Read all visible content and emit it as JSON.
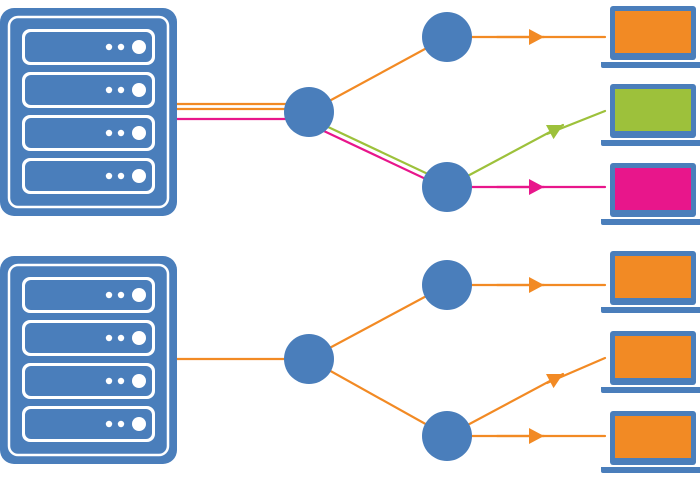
{
  "colors": {
    "server": "#4a7ebb",
    "node": "#4a7ebb",
    "laptop_frame": "#4a7ebb",
    "white": "#ffffff",
    "orange": "#f28a24",
    "green": "#9dc13b",
    "magenta": "#e8168b"
  },
  "diagrams": [
    {
      "name": "multicast-network",
      "server_icon": "server-rack-icon",
      "laptops": [
        {
          "icon": "laptop-icon",
          "screen_color": "orange"
        },
        {
          "icon": "laptop-icon",
          "screen_color": "green"
        },
        {
          "icon": "laptop-icon",
          "screen_color": "magenta"
        }
      ],
      "links": [
        {
          "from": "server",
          "to": "hub",
          "colors": [
            "orange",
            "orange",
            "magenta"
          ]
        },
        {
          "from": "hub",
          "to": "router-top",
          "color": "orange"
        },
        {
          "from": "hub",
          "to": "router-bottom",
          "colors": [
            "green",
            "magenta"
          ]
        },
        {
          "from": "router-top",
          "to": "laptop-1",
          "color": "orange"
        },
        {
          "from": "router-bottom",
          "to": "laptop-2",
          "color": "green"
        },
        {
          "from": "router-bottom",
          "to": "laptop-3",
          "color": "magenta"
        }
      ]
    },
    {
      "name": "unicast-network",
      "server_icon": "server-rack-icon",
      "laptops": [
        {
          "icon": "laptop-icon",
          "screen_color": "orange"
        },
        {
          "icon": "laptop-icon",
          "screen_color": "orange"
        },
        {
          "icon": "laptop-icon",
          "screen_color": "orange"
        }
      ],
      "links": [
        {
          "from": "server",
          "to": "hub",
          "color": "orange"
        },
        {
          "from": "hub",
          "to": "router-top",
          "color": "orange"
        },
        {
          "from": "hub",
          "to": "router-bottom",
          "color": "orange"
        },
        {
          "from": "router-top",
          "to": "laptop-1",
          "color": "orange"
        },
        {
          "from": "router-bottom",
          "to": "laptop-2",
          "color": "orange"
        },
        {
          "from": "router-bottom",
          "to": "laptop-3",
          "color": "orange"
        }
      ]
    }
  ]
}
